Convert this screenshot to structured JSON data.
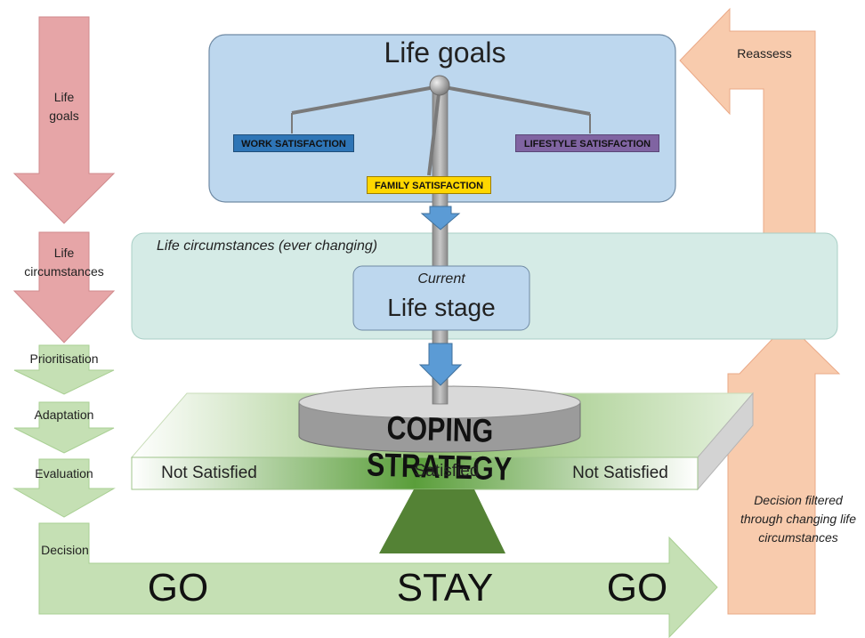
{
  "steps": {
    "life_goals": "Life\ngoals",
    "life_circumstances": "Life\ncircumstances",
    "prioritisation": "Prioritisation",
    "adaptation": "Adaptation",
    "evaluation": "Evaluation",
    "decision": "Decision"
  },
  "life_goals_box": {
    "title": "Life goals",
    "work": "WORK SATISFACTION",
    "lifestyle": "LIFESTYLE SATISFACTION",
    "family": "FAMILY SATISFACTION"
  },
  "circumstances_band": {
    "label": "Life circumstances (ever changing)",
    "stage_sub": "Current",
    "stage_title": "Life stage"
  },
  "platform": {
    "coping": "COPING STRATEGY",
    "left": "Not Satisfied",
    "center": "Satisfied",
    "right": "Not Satisfied"
  },
  "decision_arrow": {
    "go_left": "GO",
    "stay": "STAY",
    "go_right": "GO"
  },
  "reassess": "Reassess",
  "filtered_note": "Decision filtered\nthrough changing life\ncircumstances",
  "colors": {
    "pink": "#e6a5a7",
    "light_green": "#c5e0b4",
    "dark_green": "#548235",
    "blue_box": "#bdd7ee",
    "teal_band": "#d5ebe6",
    "orange": "#f8cbad",
    "work_badge": "#2e75b6",
    "lifestyle_badge": "#8064a2",
    "family_badge": "#ffd700",
    "arrow_blue": "#5b9bd5"
  }
}
